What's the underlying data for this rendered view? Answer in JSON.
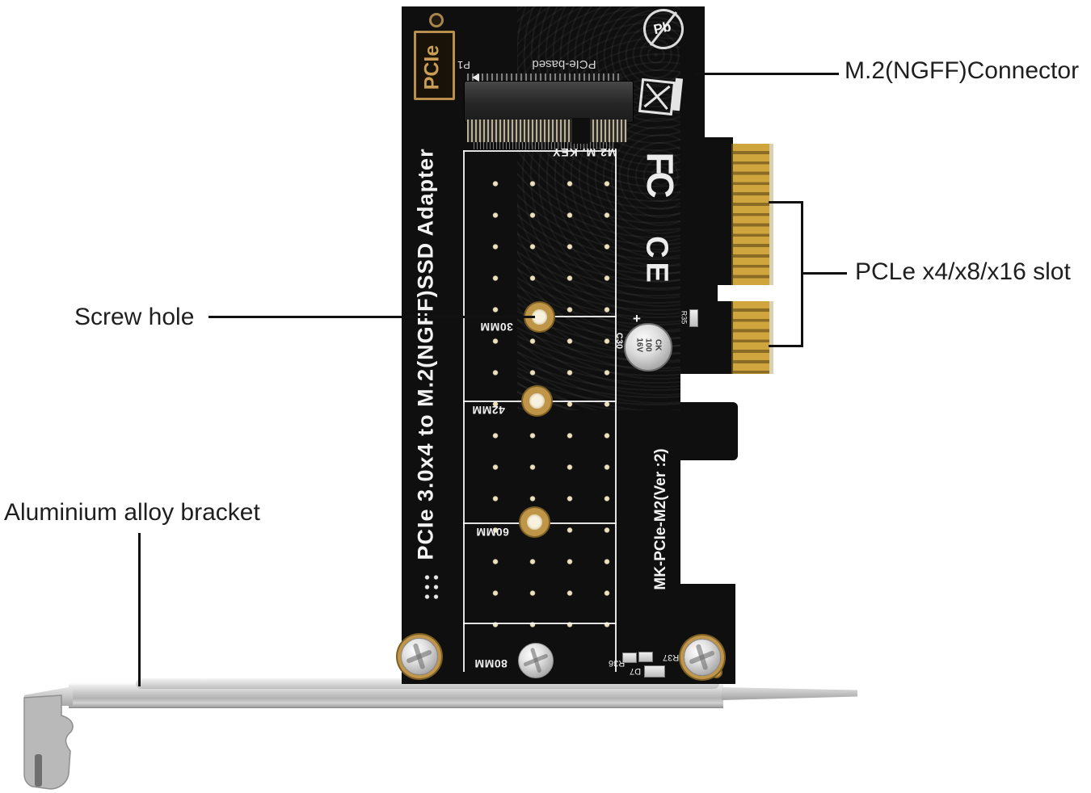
{
  "annotations": {
    "m2_connector": "M.2(NGFF)Connector",
    "pcie_slot": "PCLe x4/x8/x16 slot",
    "screw_hole": "Screw hole",
    "bracket": "Aluminium alloy bracket"
  },
  "card": {
    "badge": "PCIe",
    "pcie_based": "PCIe-based",
    "p1": "P1",
    "m2_key": "M2 M. KEY",
    "side_text": "PCIe 3.0x4 to M.2(NGFF)SSD Adapter",
    "model": "MK-PCIe-M2(Ver :2)",
    "fcc": "FC",
    "ce": "CE",
    "pb": "Pb",
    "hole_labels": [
      "30MM",
      "42MM",
      "60MM",
      "80MM"
    ],
    "capacitor": {
      "ref": "C30",
      "plus": "+",
      "line1": "CK",
      "line2": "100",
      "line3": "16V"
    },
    "refs": {
      "r35": "R35",
      "r36": "R36",
      "r37": "R37",
      "d7": "D7"
    }
  },
  "colors": {
    "pcb": "#0f0f0f",
    "gold": "#cfa63e",
    "bracket_metal": "#c6c6c6",
    "label_text": "#1f1f1f",
    "silkscreen": "#f2f2f2"
  }
}
